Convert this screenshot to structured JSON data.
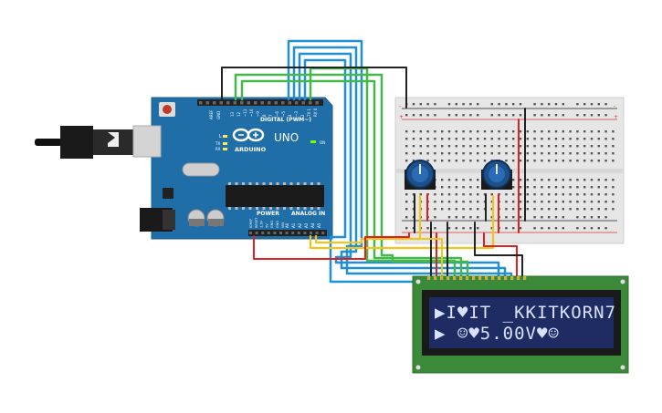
{
  "arduino": {
    "brand": "ARDUINO",
    "model": "UNO",
    "digital_label": "DIGITAL (PWM~)",
    "power_label": "POWER",
    "analog_label": "ANALOG IN",
    "on_label": "ON",
    "l_label": "L",
    "tx_label": "TX",
    "rx_label": "RX",
    "aref_label": "AREF",
    "gnd_label": "GND",
    "analog_pins": [
      "A0",
      "A1",
      "A2",
      "A3",
      "A4",
      "A5"
    ],
    "power_pins": [
      "IOREF",
      "RESET",
      "3.3V",
      "5V",
      "GND",
      "GND",
      "VIN"
    ],
    "digital_pins": [
      "13",
      "12",
      "~11",
      "~10",
      "~9",
      "8",
      "7",
      "~6",
      "~5",
      "4",
      "~3",
      "2",
      "TX 1",
      "RX 0"
    ]
  },
  "lcd": {
    "line1": "▶I♥IT _KKITKORN7",
    "line2": "▶ ☺♥5.00V♥☺"
  },
  "breadboard": {
    "plus_label": "+",
    "minus_label": "-"
  },
  "colors": {
    "board": "#1f6ea8",
    "breadboard": "#e6e6e6",
    "lcd_pcb": "#3a8a3a",
    "lcd_screen": "#1f2c63",
    "wire_blue": "#1f8fd6",
    "wire_green": "#44b84a",
    "wire_black": "#222222",
    "wire_red": "#e02020",
    "wire_yellow": "#f0c419"
  }
}
